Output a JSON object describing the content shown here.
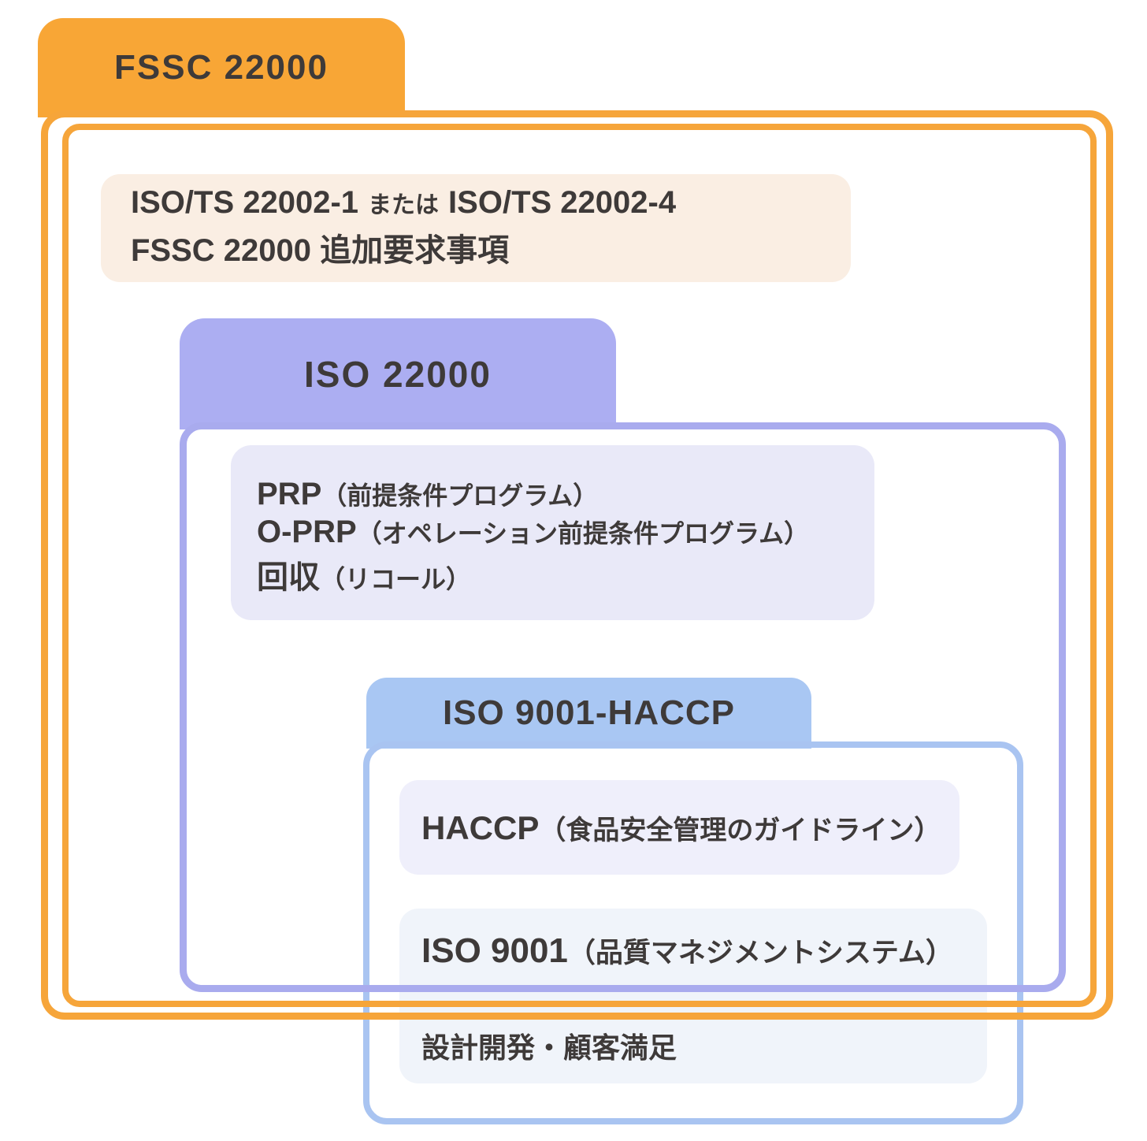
{
  "colors": {
    "orange_border": "#F6A53A",
    "orange_tab": "#F8A636",
    "purple_tab": "#ACAEF2",
    "purple_border": "#A9ABEE",
    "blue_tab": "#A9C7F3",
    "blue_border": "#A9C4F1",
    "cream_note_box": "#FAEEE3",
    "lavender_prp_box": "#E9E9F8",
    "haccp_box": "#EFEFFB",
    "iso9001_box": "#F0F4FA",
    "text": "#3E3A39",
    "background": "#FFFFFF"
  },
  "fssc": {
    "tab_label": "FSSC 22000",
    "note_line1_start": "ISO/TS 22002-1",
    "note_line1_connector": "または",
    "note_line1_end": "ISO/TS 22002-4",
    "note_line2": "FSSC 22000 追加要求事項"
  },
  "iso22000": {
    "tab_label": "ISO 22000",
    "items": [
      {
        "main": "PRP",
        "paren": "（前提条件プログラム）"
      },
      {
        "main": "O-PRP",
        "paren": "（オペレーション前提条件プログラム）"
      },
      {
        "main": "回収",
        "paren": "（リコール）"
      }
    ]
  },
  "iso9001_haccp": {
    "tab_label": "ISO 9001-HACCP",
    "haccp_main": "HACCP",
    "haccp_paren": "（食品安全管理のガイドライン）",
    "iso9001_main": "ISO 9001",
    "iso9001_paren": "（品質マネジメントシステム）",
    "outside_note": "設計開発・顧客満足"
  }
}
